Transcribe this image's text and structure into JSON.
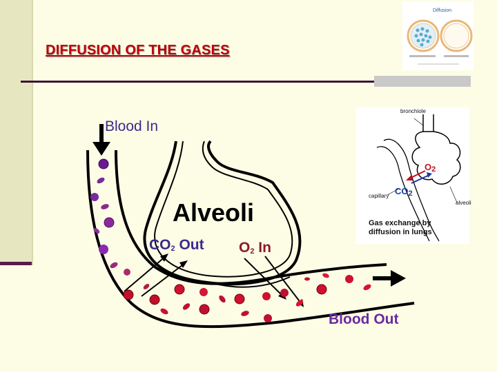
{
  "slide": {
    "title": "DIFFUSION OF THE GASES"
  },
  "diagram": {
    "blood_in": "Blood In",
    "alveoli": "Alveoli",
    "co2_out": {
      "prefix": "CO",
      "sub": "2",
      "suffix": " Out"
    },
    "o2_in": {
      "prefix": "O",
      "sub": "2",
      "suffix": " In"
    },
    "blood_out": "Blood Out"
  },
  "inset": {
    "bronchiole": "bronchiole",
    "capillary": "capillary",
    "alveoli": "alveoli",
    "o2": {
      "prefix": "O",
      "sub": "2"
    },
    "co2": {
      "prefix": "CO",
      "sub": "2"
    },
    "caption": "Gas exchange by diffusion in lungs"
  },
  "thumbnail": {
    "title": "Diffusion"
  },
  "colors": {
    "title": "#c00000",
    "rbc_red": "#c0102a",
    "rbc_purple": "#7a1fa0",
    "label_blue": "#3a2a8a"
  }
}
